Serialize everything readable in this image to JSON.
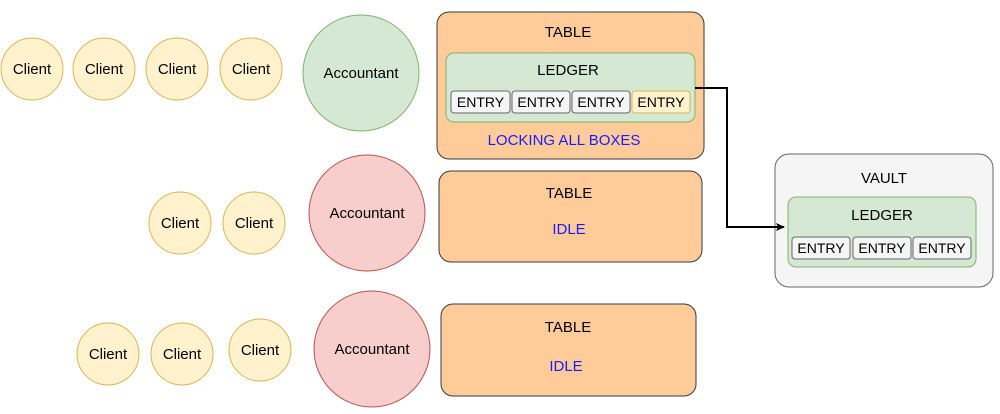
{
  "colors": {
    "client_fill": "#fff2cc",
    "client_stroke": "#d6b656",
    "accountant_active_fill": "#d5e8d4",
    "accountant_active_stroke": "#82b366",
    "accountant_idle_fill": "#f8cecc",
    "accountant_idle_stroke": "#b85450",
    "table_fill": "#ffcc99",
    "table_stroke": "#36393d",
    "ledger_fill": "#d5e8d4",
    "ledger_stroke": "#82b366",
    "entry_fill": "#f5f5f5",
    "entry_stroke": "#666666",
    "entry_locked_fill": "#fff2cc",
    "entry_locked_stroke": "#d6b656",
    "vault_fill": "#f5f5f5",
    "vault_stroke": "#666666",
    "status_text": "#1a1aff",
    "arrow": "#000000"
  },
  "rows": [
    {
      "clients": [
        "Client",
        "Client",
        "Client",
        "Client"
      ],
      "accountant": {
        "label": "Accountant",
        "state": "active"
      },
      "table": {
        "title": "TABLE",
        "ledger": {
          "title": "LEDGER",
          "entries": [
            {
              "label": "ENTRY",
              "state": "normal"
            },
            {
              "label": "ENTRY",
              "state": "normal"
            },
            {
              "label": "ENTRY",
              "state": "normal"
            },
            {
              "label": "ENTRY",
              "state": "locked"
            }
          ]
        },
        "status": "LOCKING ALL BOXES"
      }
    },
    {
      "clients": [
        "Client",
        "Client"
      ],
      "accountant": {
        "label": "Accountant",
        "state": "idle"
      },
      "table": {
        "title": "TABLE",
        "status": "IDLE"
      }
    },
    {
      "clients": [
        "Client",
        "Client",
        "Client"
      ],
      "accountant": {
        "label": "Accountant",
        "state": "idle"
      },
      "table": {
        "title": "TABLE",
        "status": "IDLE"
      }
    }
  ],
  "vault": {
    "title": "VAULT",
    "ledger": {
      "title": "LEDGER",
      "entries": [
        "ENTRY",
        "ENTRY",
        "ENTRY"
      ]
    }
  }
}
